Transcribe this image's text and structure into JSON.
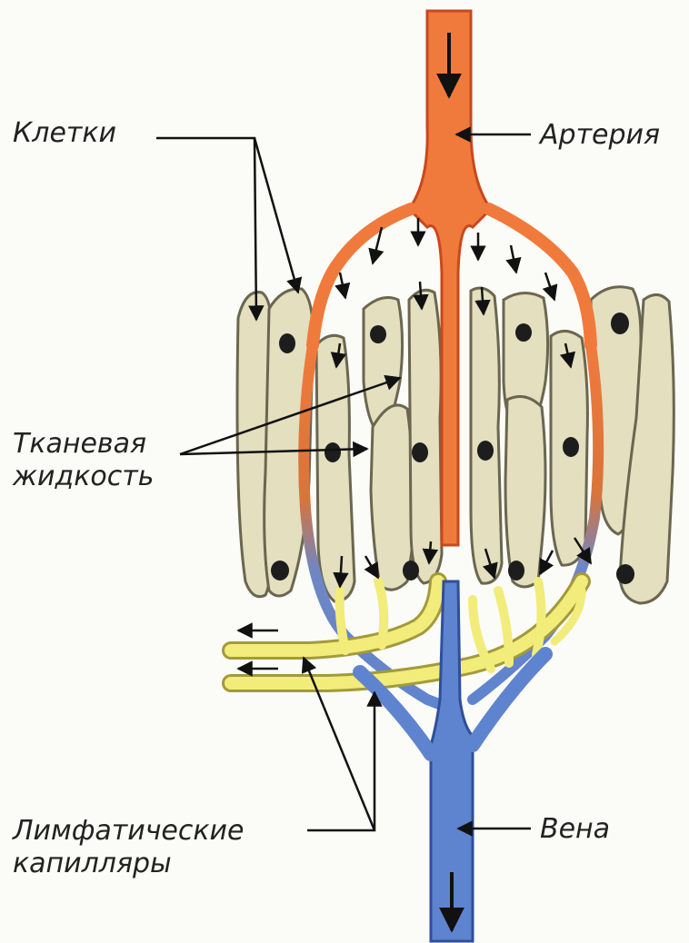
{
  "labels": {
    "cells": "Клетки",
    "artery": "Артерия",
    "tissue_fluid_line1": "Тканевая",
    "tissue_fluid_line2": "жидкость",
    "lymph_line1": "Лимфатические",
    "lymph_line2": "капилляры",
    "vein": "Вена"
  },
  "colors": {
    "artery": "#f07a3c",
    "artery_dark": "#c9481c",
    "vein": "#5f84cf",
    "vein_dark": "#2f4f9a",
    "lymph": "#f2ec7a",
    "cell_fill": "#e3dfbf",
    "cell_stroke": "#6b6650",
    "nucleus": "#1d1d1d",
    "pointer": "#111111"
  }
}
